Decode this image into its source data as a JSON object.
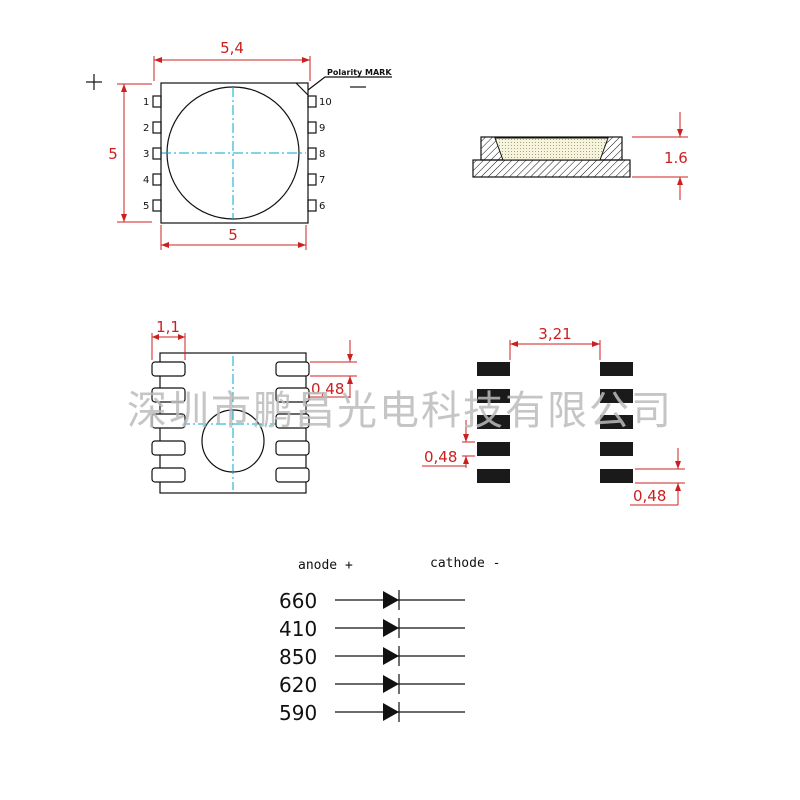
{
  "top_view": {
    "dim_width_top": "5,4",
    "dim_height": "5",
    "dim_width_bottom": "5",
    "polarity_label": "Polarity MARK",
    "left_pins": [
      "1",
      "2",
      "3",
      "4",
      "5"
    ],
    "right_pins": [
      "10",
      "9",
      "8",
      "7",
      "6"
    ]
  },
  "side_view": {
    "dim_thickness": "1.6"
  },
  "bottom_view": {
    "dim_pad_length": "1,1",
    "dim_pad_width": "0,48"
  },
  "footprint": {
    "dim_gap": "3,21",
    "dim_pad_left": "0,48",
    "dim_pad_right": "0,48"
  },
  "watermark": "深圳市鹏昌光电科技有限公司",
  "schematic": {
    "anode_label": "anode +",
    "cathode_label": "cathode -",
    "wavelengths": [
      "660",
      "410",
      "850",
      "620",
      "590"
    ]
  }
}
